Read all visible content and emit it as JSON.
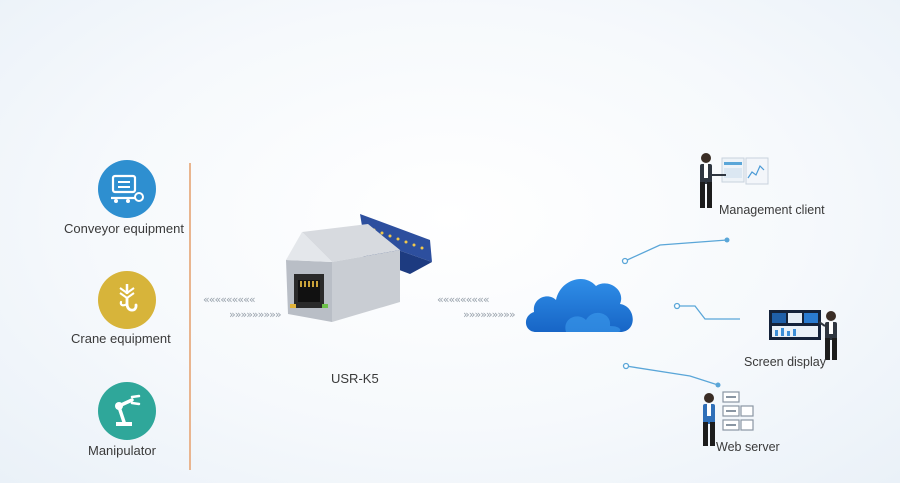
{
  "left_items": [
    {
      "label": "Conveyor equipment",
      "icon": "conveyor-icon",
      "color": "#2e8fd0"
    },
    {
      "label": "Crane equipment",
      "icon": "crane-hook-icon",
      "color": "#d7b43a"
    },
    {
      "label": "Manipulator",
      "icon": "robot-arm-icon",
      "color": "#2fa79a"
    }
  ],
  "center": {
    "label": "USR-K5",
    "device_icon": "ethernet-module-icon"
  },
  "cloud": {
    "icon": "cloud-icon",
    "color": "#1f78d1"
  },
  "right_items": [
    {
      "label": "Management client",
      "icon": "management-client-icon"
    },
    {
      "label": "Screen display",
      "icon": "screen-display-icon"
    },
    {
      "label": "Web server",
      "icon": "web-server-icon"
    }
  ],
  "colors": {
    "divider": "#e9b58f",
    "connector": "#5aa6d8",
    "arrows": "#9aa3ad"
  }
}
